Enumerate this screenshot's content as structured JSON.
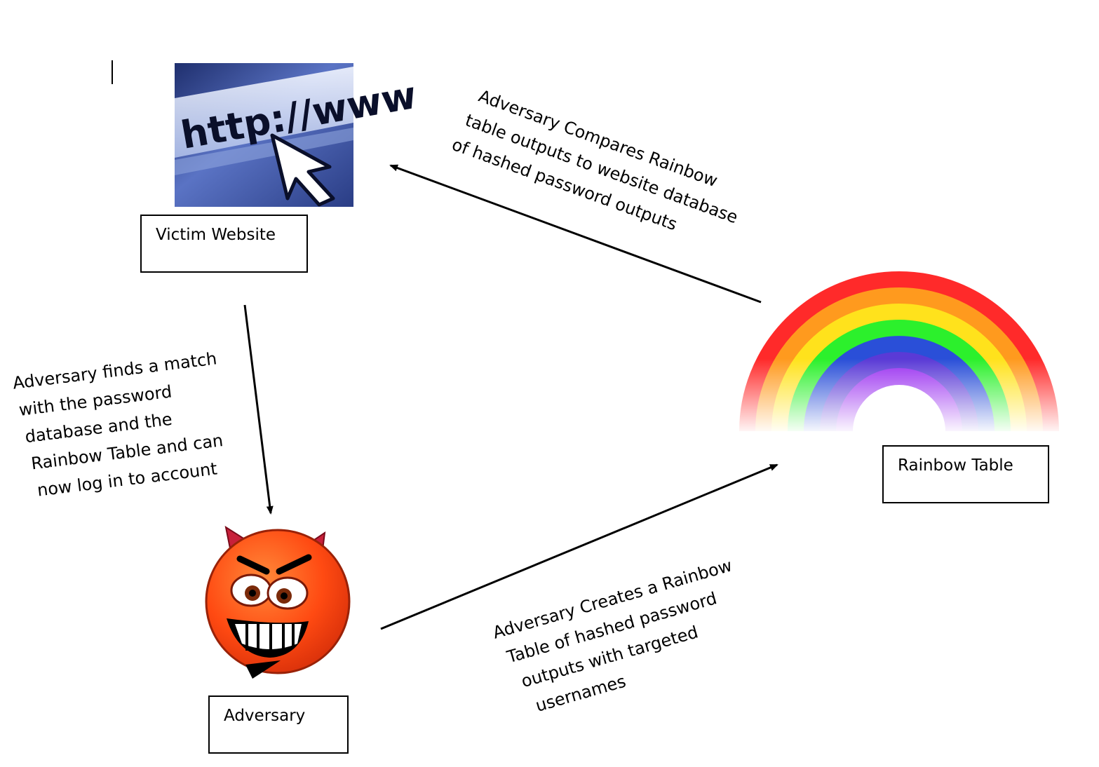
{
  "nodes": {
    "victim_website": {
      "label": "Victim Website",
      "image_icon": "http-www-cursor-icon"
    },
    "adversary": {
      "label": "Adversary",
      "image_icon": "devil-face-icon"
    },
    "rainbow_table": {
      "label": "Rainbow Table",
      "image_icon": "rainbow-icon"
    }
  },
  "edges": {
    "compare": {
      "lines": [
        "Adversary Compares Rainbow",
        "table outputs to website database",
        "of hashed password outputs"
      ]
    },
    "find_match": {
      "lines": [
        "Adversary finds a match",
        "with the password",
        "database and the",
        "Rainbow Table and can",
        "now log in to account"
      ]
    },
    "create": {
      "lines": [
        "Adversary Creates a Rainbow",
        "Table of hashed password",
        "outputs with targeted",
        "usernames"
      ]
    }
  },
  "url_image_text": "http://www",
  "colors": {
    "rainbow": [
      "#ff2a2a",
      "#ff9a1e",
      "#ffe21c",
      "#2cf02c",
      "#2a4fd8",
      "#5a3ad6",
      "#9a30f0"
    ],
    "devil_face": "#ff4a12",
    "url_background": "#3a4f9a"
  }
}
